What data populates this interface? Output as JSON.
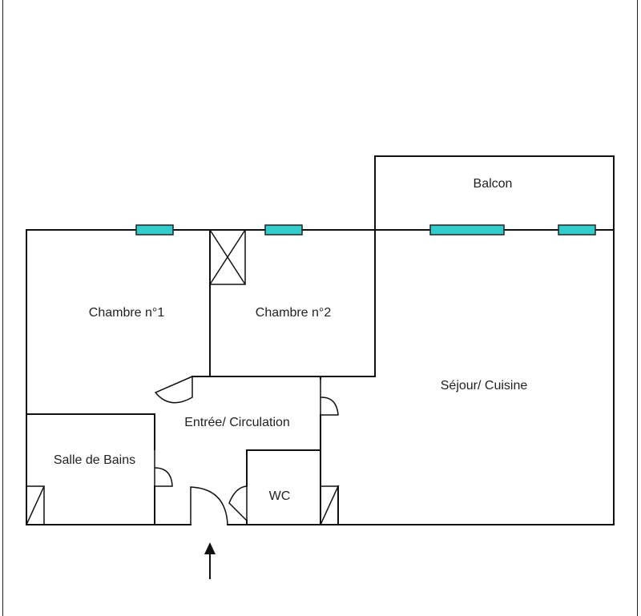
{
  "rooms": {
    "balcon": "Balcon",
    "chambre1": "Chambre n°1",
    "chambre2": "Chambre n°2",
    "sejour": "Séjour/ Cuisine",
    "entree": "Entrée/ Circulation",
    "salle_de_bains": "Salle de Bains",
    "wc": "WC"
  },
  "colors": {
    "window": "#33cccc",
    "wall": "#111111"
  }
}
